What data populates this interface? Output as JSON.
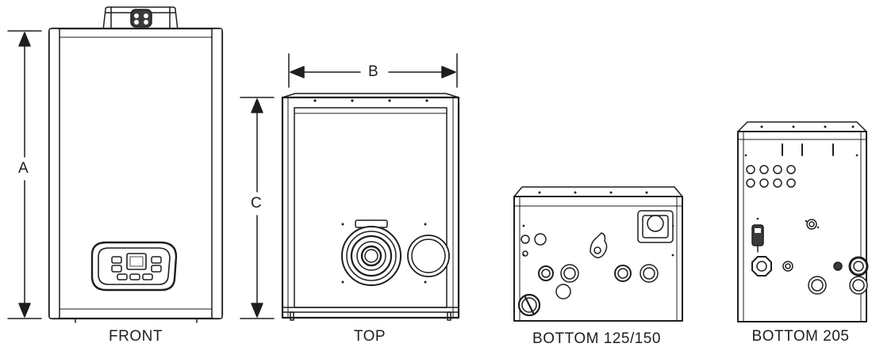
{
  "views": {
    "front": {
      "label": "FRONT"
    },
    "top": {
      "label": "TOP"
    },
    "bottom_125_150": {
      "label": "BOTTOM 125/150"
    },
    "bottom_205": {
      "label": "BOTTOM 205"
    }
  },
  "dimensions": {
    "a": "A",
    "b": "B",
    "c": "C"
  },
  "colors": {
    "line": "#1e1e1e",
    "fill": "#ffffff",
    "panel_gray": "#f2f2f2"
  }
}
